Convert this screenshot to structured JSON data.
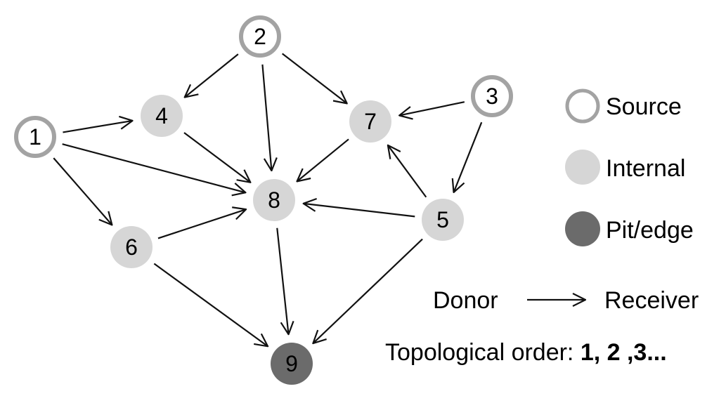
{
  "diagram": {
    "nodes": [
      {
        "id": "1",
        "label": "1",
        "kind": "source"
      },
      {
        "id": "2",
        "label": "2",
        "kind": "source"
      },
      {
        "id": "3",
        "label": "3",
        "kind": "source"
      },
      {
        "id": "4",
        "label": "4",
        "kind": "internal"
      },
      {
        "id": "5",
        "label": "5",
        "kind": "internal"
      },
      {
        "id": "6",
        "label": "6",
        "kind": "internal"
      },
      {
        "id": "7",
        "label": "7",
        "kind": "internal"
      },
      {
        "id": "8",
        "label": "8",
        "kind": "internal"
      },
      {
        "id": "9",
        "label": "9",
        "kind": "pit"
      }
    ],
    "edges": [
      {
        "from": "1",
        "to": "4"
      },
      {
        "from": "1",
        "to": "8"
      },
      {
        "from": "1",
        "to": "6"
      },
      {
        "from": "2",
        "to": "4"
      },
      {
        "from": "2",
        "to": "8"
      },
      {
        "from": "2",
        "to": "7"
      },
      {
        "from": "3",
        "to": "7"
      },
      {
        "from": "3",
        "to": "5"
      },
      {
        "from": "4",
        "to": "8"
      },
      {
        "from": "7",
        "to": "8"
      },
      {
        "from": "5",
        "to": "7"
      },
      {
        "from": "5",
        "to": "8"
      },
      {
        "from": "5",
        "to": "9"
      },
      {
        "from": "6",
        "to": "8"
      },
      {
        "from": "6",
        "to": "9"
      },
      {
        "from": "8",
        "to": "9"
      }
    ]
  },
  "legend": {
    "source": "Source",
    "internal": "Internal",
    "pit": "Pit/edge",
    "donor": "Donor",
    "receiver": "Receiver",
    "topo_prefix": "Topological order: ",
    "topo_values": "1, 2 ,3..."
  },
  "colors": {
    "source_stroke": "#a3a3a3",
    "source_fill": "#ffffff",
    "internal_fill": "#d6d6d6",
    "pit_fill": "#6b6b6b",
    "pit_text": "#ffffff",
    "edge": "#111111"
  }
}
